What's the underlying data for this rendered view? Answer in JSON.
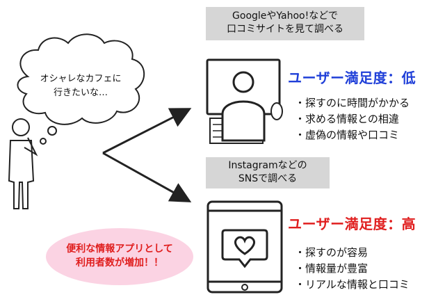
{
  "thought": {
    "line1": "オシャレなカフェに",
    "line2": "行きたいな…"
  },
  "top_label": {
    "line1": "GoogleやYahoo!などで",
    "line2": "口コミサイトを見て調べる"
  },
  "top_heading": "ユーザー満足度：低",
  "top_points": [
    "探すのに時間がかかる",
    "求める情報との相違",
    "虚偽の情報や口コミ"
  ],
  "mid_label": {
    "line1": "Instagramなどの",
    "line2": "SNSで調べる"
  },
  "bottom_heading": "ユーザー満足度：高",
  "bottom_points": [
    "探すのが容易",
    "情報量が豊富",
    "リアルな情報と口コミ"
  ],
  "pink_bubble": {
    "line1": "便利な情報アプリとして",
    "line2": "利用者数が増加！！"
  },
  "colors": {
    "blue_heading": "#1f3fd8",
    "red_heading": "#e01e1e",
    "label_bg": "#d6d6d6",
    "pink_bubble": "#fbd3e3"
  },
  "icons": [
    "thinking-person-icon",
    "thought-cloud-icon",
    "computer-user-icon",
    "tablet-heart-icon"
  ]
}
